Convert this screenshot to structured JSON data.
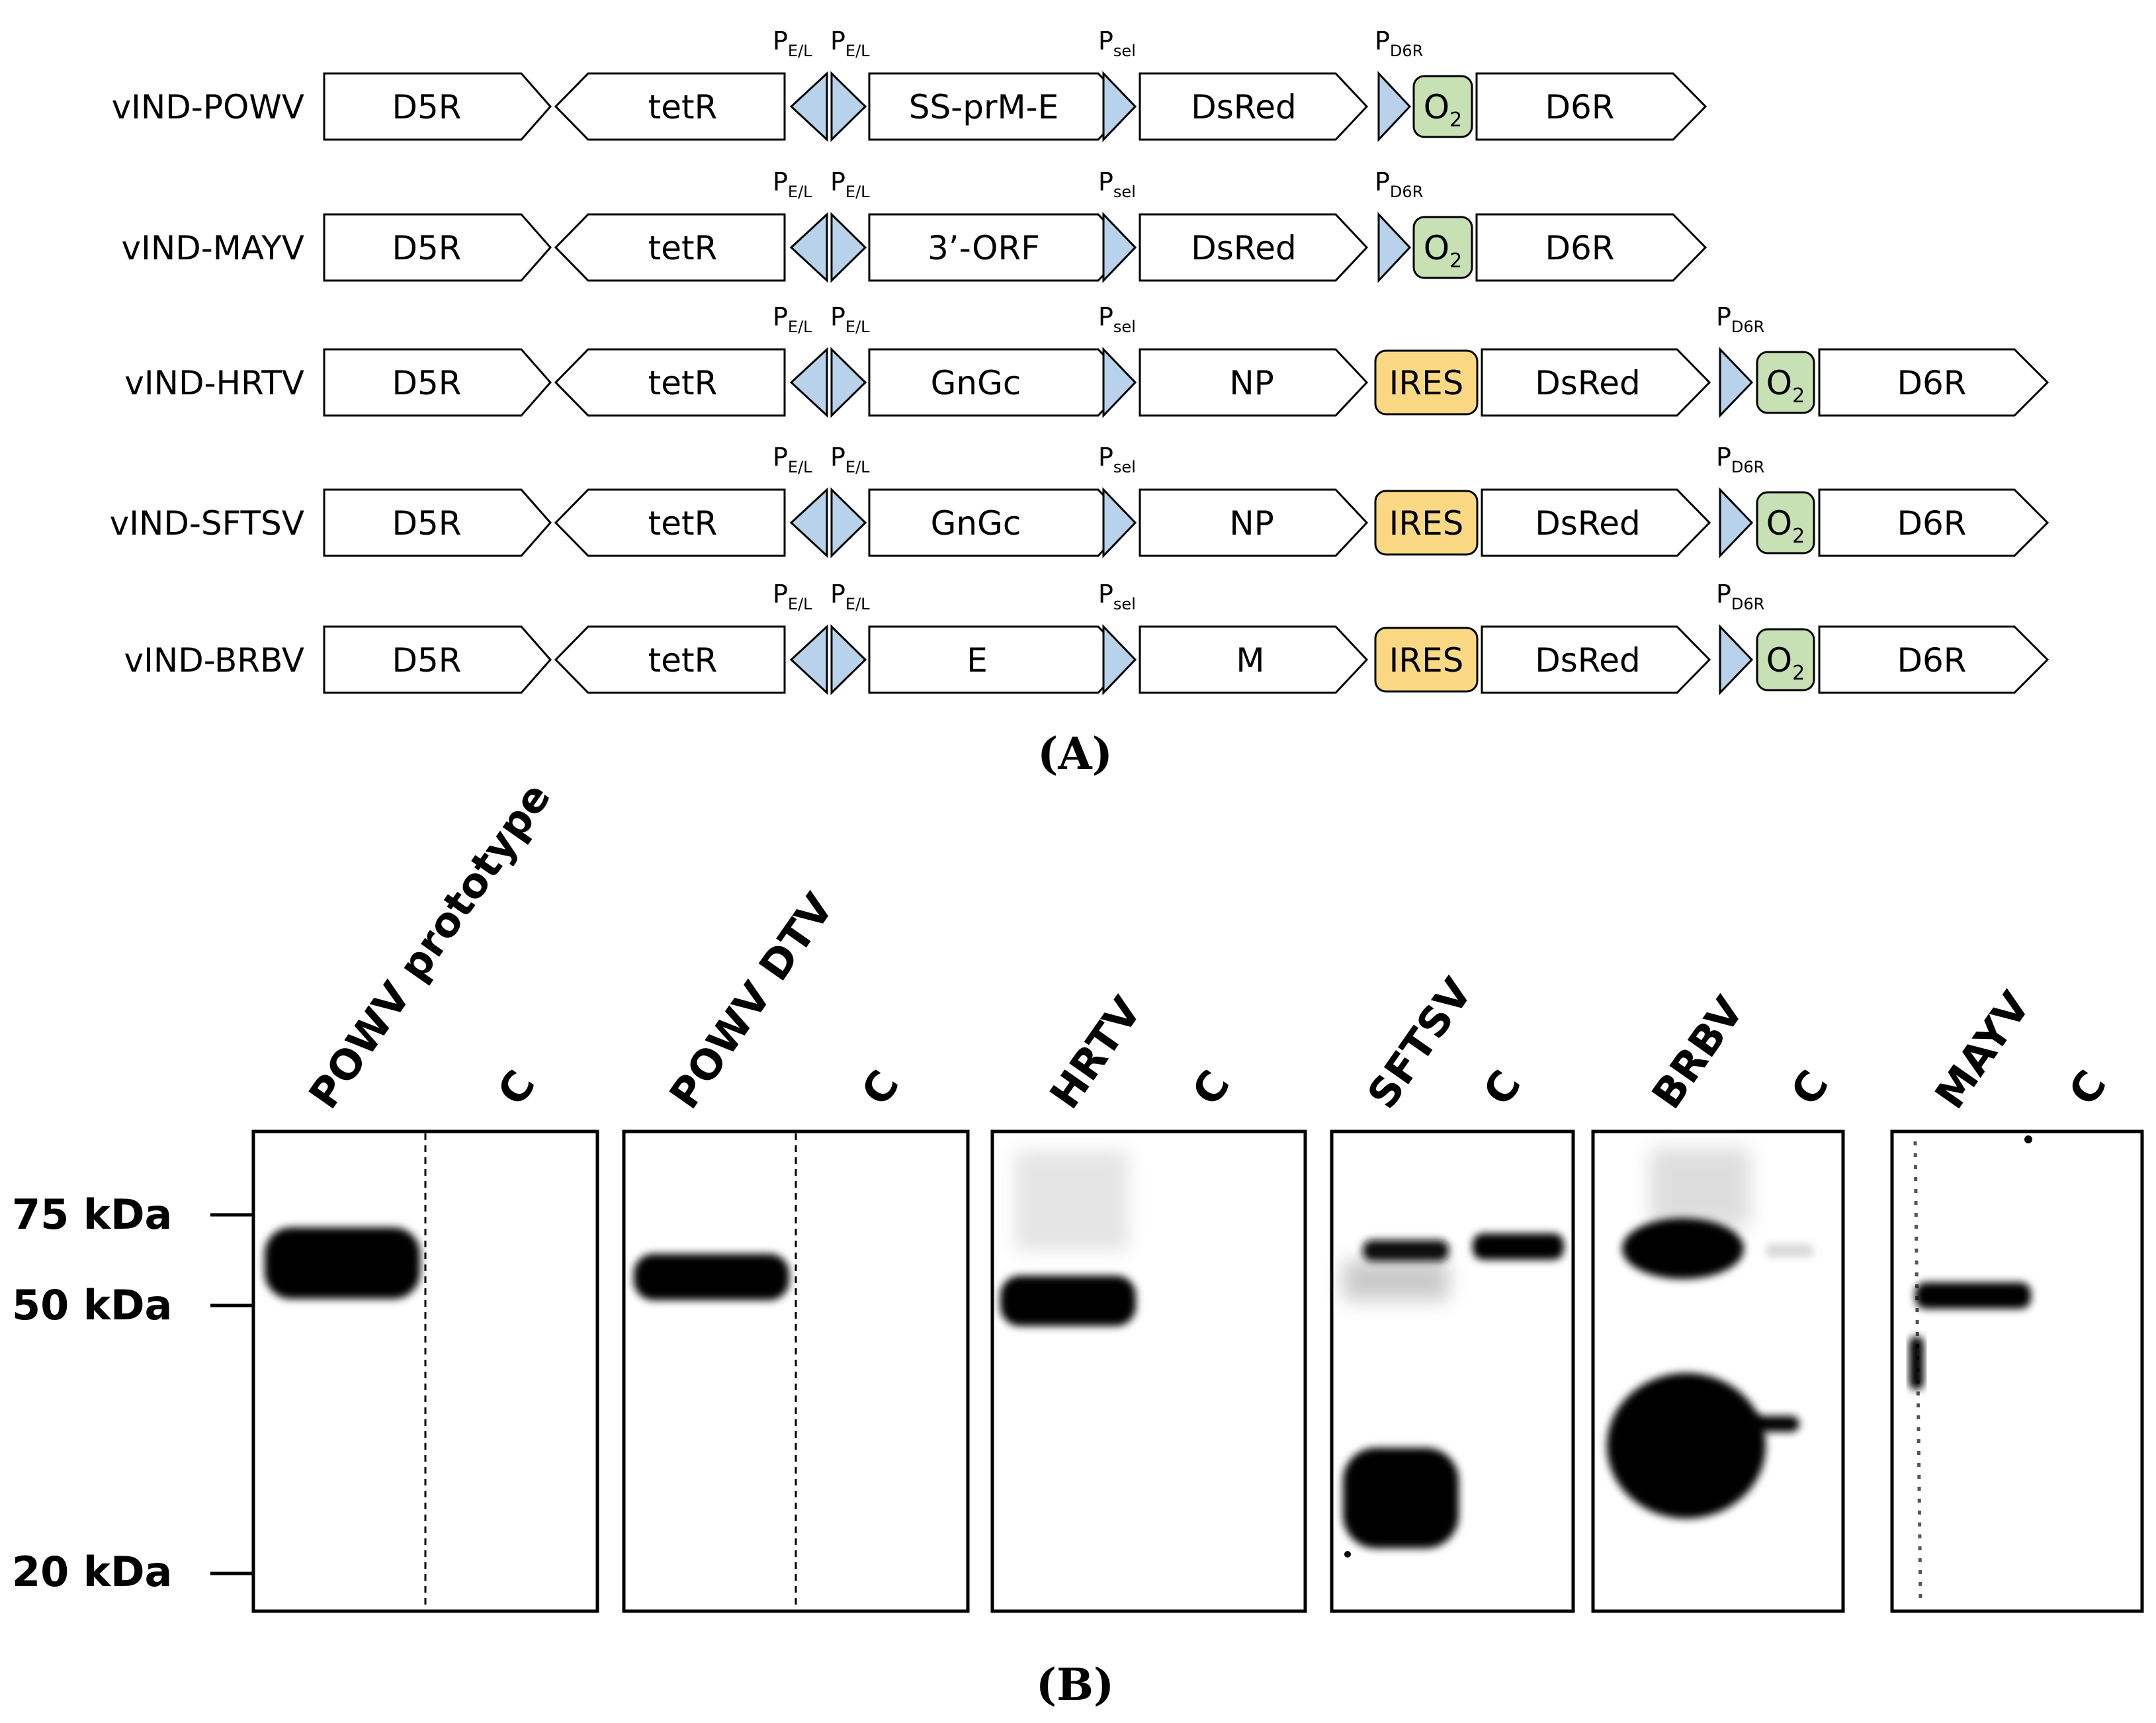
{
  "panel_a": {
    "label": "(A)",
    "rows": [
      {
        "name": "vIND-POWV",
        "d5r": "D5R",
        "tetr": "tetR",
        "p_el_1": "E/L",
        "p_el_2": "E/L",
        "insert": "SS-prM-E",
        "p_sel": "sel",
        "reporter": "DsRed",
        "p_d6r": "D6R",
        "o2": "O",
        "o2_sub": "2",
        "d6r": "D6R"
      },
      {
        "name": "vIND-MAYV",
        "d5r": "D5R",
        "tetr": "tetR",
        "p_el_1": "E/L",
        "p_el_2": "E/L",
        "insert": "3’-ORF",
        "p_sel": "sel",
        "reporter": "DsRed",
        "p_d6r": "D6R",
        "o2": "O",
        "o2_sub": "2",
        "d6r": "D6R"
      },
      {
        "name": "vIND-HRTV",
        "d5r": "D5R",
        "tetr": "tetR",
        "p_el_1": "E/L",
        "p_el_2": "E/L",
        "insert": "GnGc",
        "p_sel": "sel",
        "insert2": "NP",
        "ires": "IRES",
        "reporter": "DsRed",
        "p_d6r": "D6R",
        "o2": "O",
        "o2_sub": "2",
        "d6r": "D6R"
      },
      {
        "name": "vIND-SFTSV",
        "d5r": "D5R",
        "tetr": "tetR",
        "p_el_1": "E/L",
        "p_el_2": "E/L",
        "insert": "GnGc",
        "p_sel": "sel",
        "insert2": "NP",
        "ires": "IRES",
        "reporter": "DsRed",
        "p_d6r": "D6R",
        "o2": "O",
        "o2_sub": "2",
        "d6r": "D6R"
      },
      {
        "name": "vIND-BRBV",
        "d5r": "D5R",
        "tetr": "tetR",
        "p_el_1": "E/L",
        "p_el_2": "E/L",
        "insert": "E",
        "p_sel": "sel",
        "insert2": "M",
        "ires": "IRES",
        "reporter": "DsRed",
        "p_d6r": "D6R",
        "o2": "O",
        "o2_sub": "2",
        "d6r": "D6R"
      }
    ],
    "promoter_letter": "P"
  },
  "panel_b": {
    "label": "(B)",
    "markers": [
      "75 kDa",
      "50 kDa",
      "20 kDa"
    ],
    "lanes": [
      "POWV prototype",
      "C",
      "POWV DTV",
      "C",
      "HRTV",
      "C",
      "SFTSV",
      "C",
      "BRBV",
      "C",
      "MAYV",
      "C"
    ]
  },
  "colors": {
    "promoter": "#b8d2ec",
    "operator": "#c7e0b4",
    "ires": "#fbd984",
    "band": "#000000"
  }
}
